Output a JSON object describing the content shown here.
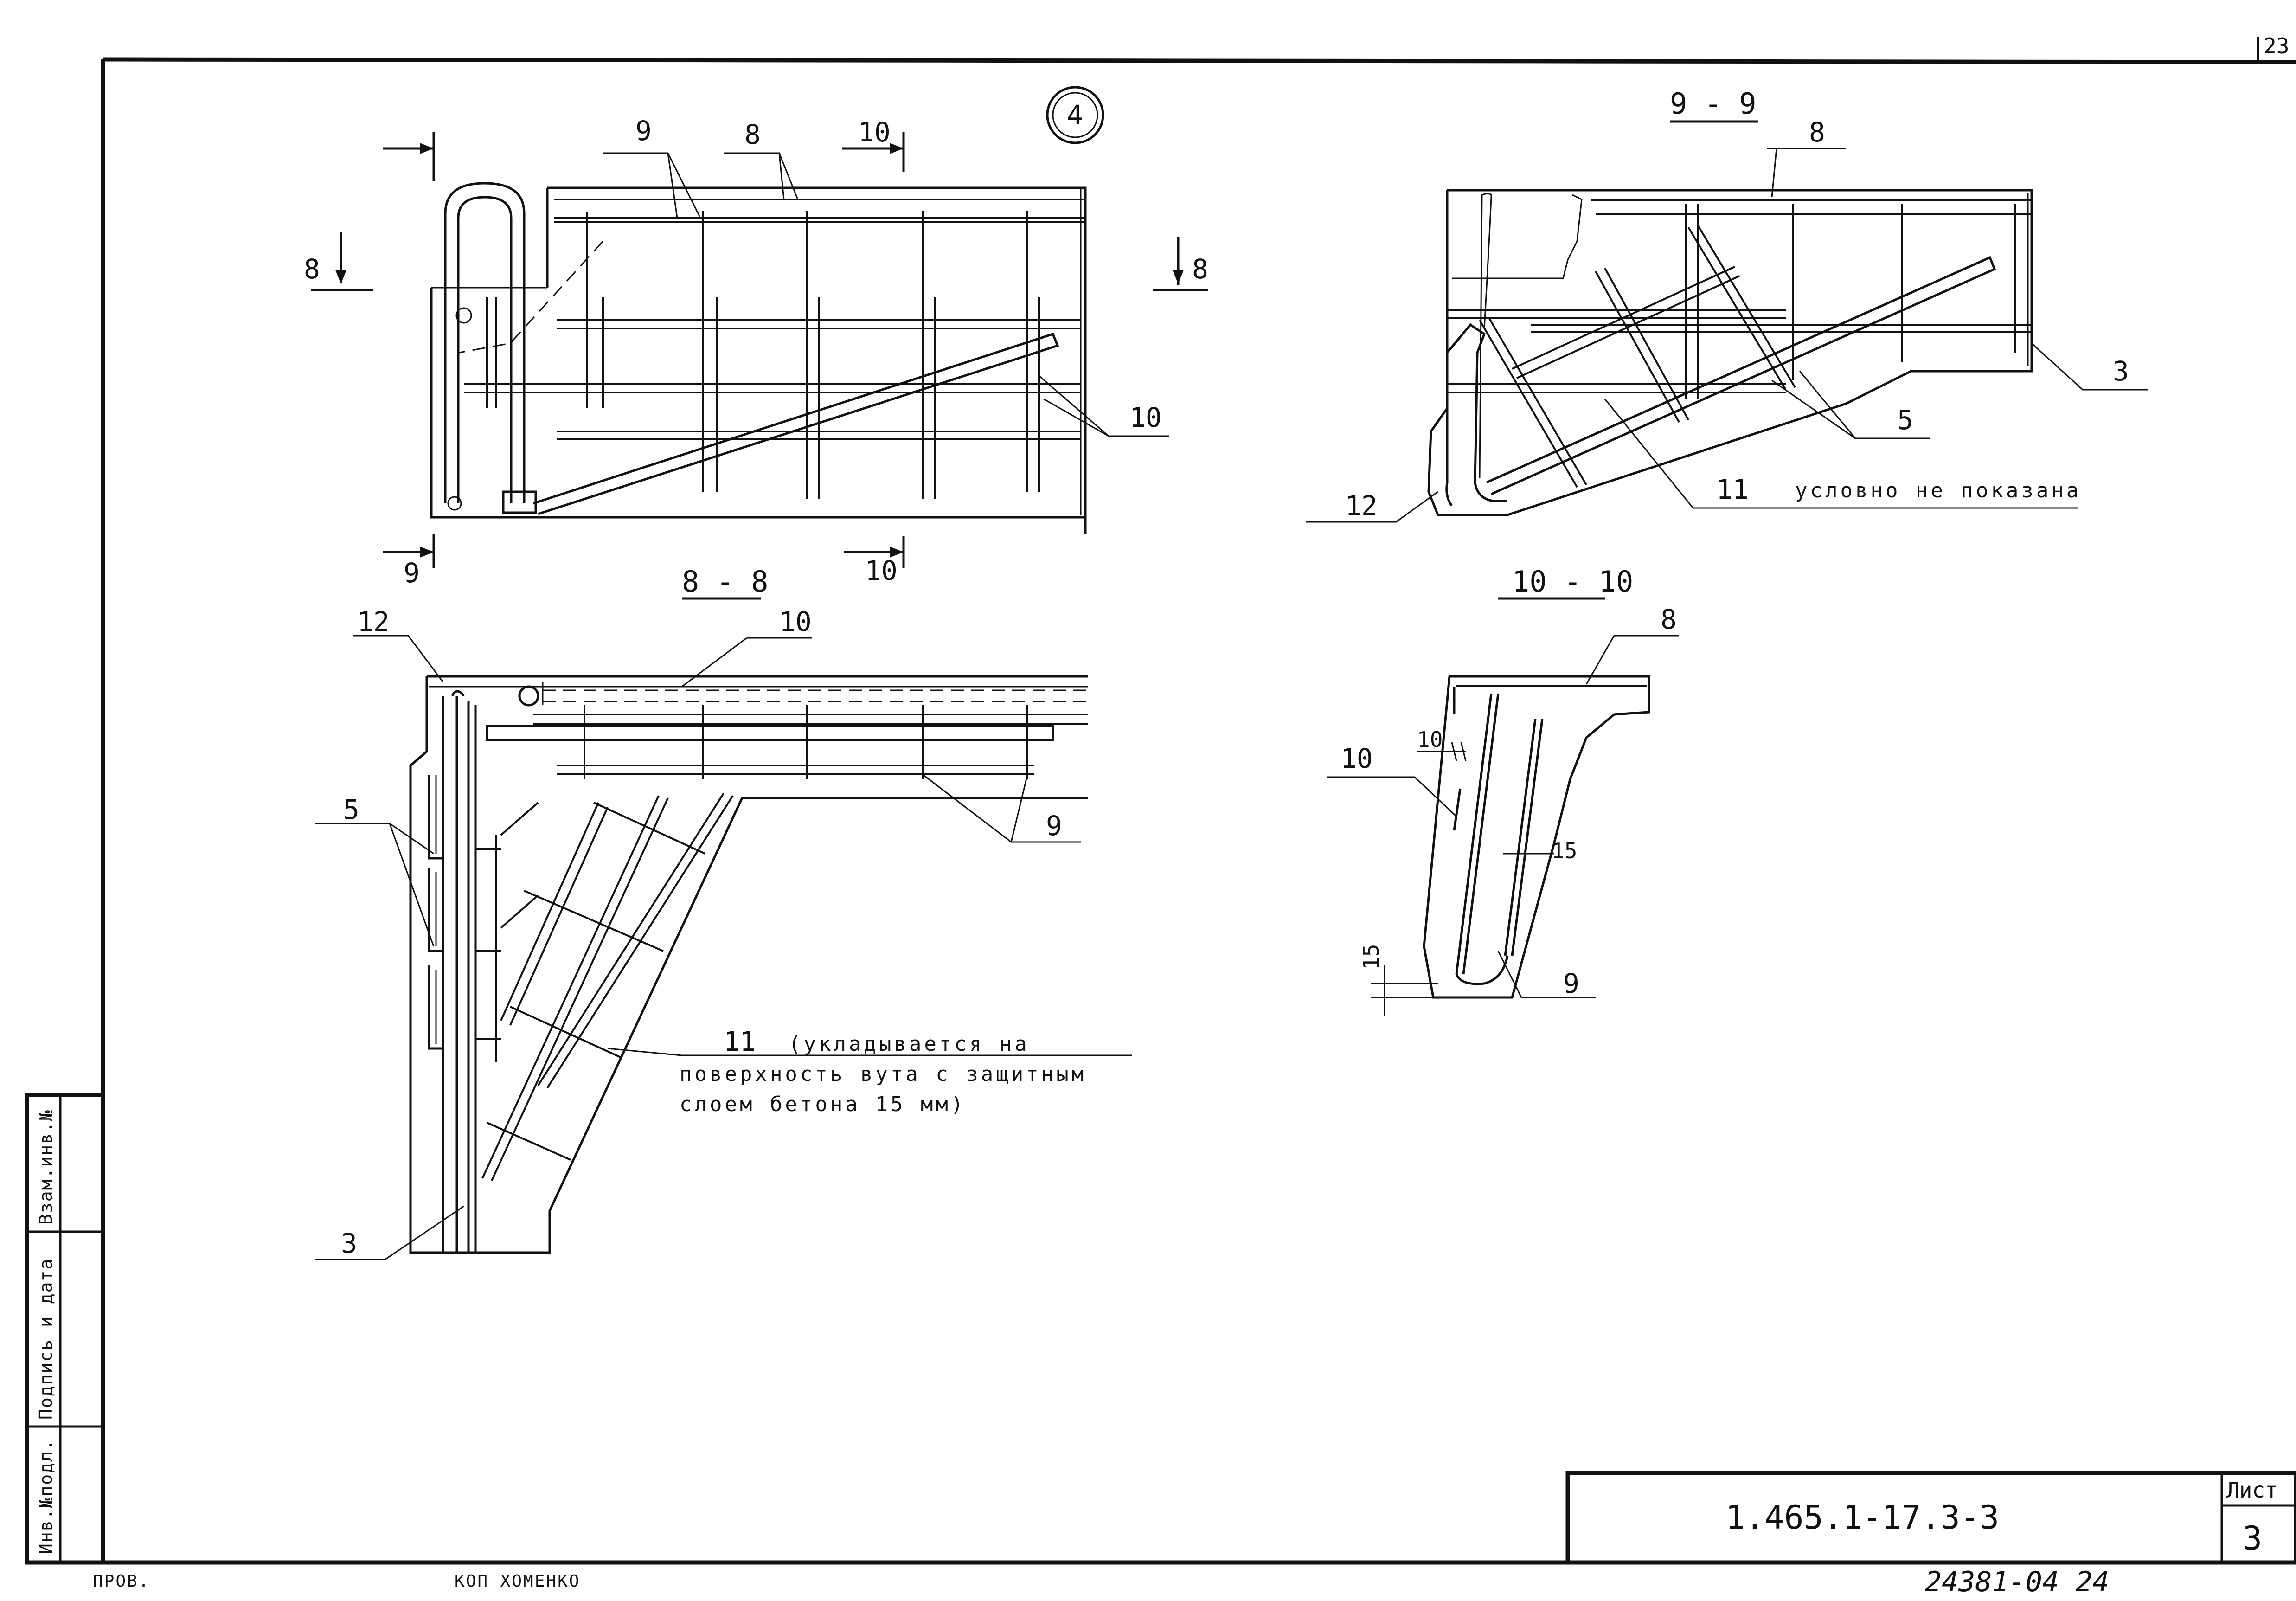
{
  "diagram": {
    "circle_label": "4",
    "top_left_view": {
      "labels": [
        "9",
        "8",
        "10",
        "8",
        "8",
        "10",
        "9",
        "10"
      ]
    },
    "section_9_9": {
      "title": "9 - 9",
      "labels": [
        "8",
        "3",
        "5",
        "12",
        "11"
      ],
      "note": "условно не показана"
    },
    "section_8_8": {
      "title": "8 - 8",
      "labels": [
        "12",
        "10",
        "5",
        "9",
        "3",
        "11"
      ],
      "note_line1": "(укладывается на",
      "note_line2": "поверхность вута с защитным",
      "note_line3": "слоем бетона  15 мм)"
    },
    "section_10_10": {
      "title": "10 - 10",
      "labels": [
        "8",
        "10",
        "10",
        "15",
        "15",
        "9"
      ]
    }
  },
  "title_block": {
    "document_code": "1.465.1-17.3-3",
    "sheet_label": "Лист",
    "sheet_number": "3",
    "corner_mark": "23"
  },
  "side_stamp": {
    "inv_podl": "Инв.№подл.",
    "podpis_data": "Подпись и дата",
    "zam_inv": "Взам.инв.№"
  },
  "footer": {
    "left": "ПРОВ.",
    "middle": "КОП ХОМЕНКО",
    "right": "24381-04  24"
  }
}
